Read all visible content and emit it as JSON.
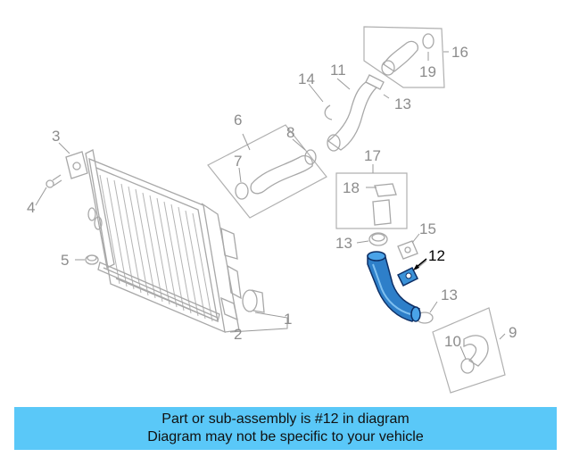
{
  "diagram": {
    "callouts": [
      {
        "id": "1",
        "text": "1"
      },
      {
        "id": "2",
        "text": "2"
      },
      {
        "id": "3",
        "text": "3"
      },
      {
        "id": "4",
        "text": "4"
      },
      {
        "id": "5",
        "text": "5"
      },
      {
        "id": "6",
        "text": "6"
      },
      {
        "id": "7",
        "text": "7"
      },
      {
        "id": "8",
        "text": "8"
      },
      {
        "id": "9",
        "text": "9"
      },
      {
        "id": "10",
        "text": "10"
      },
      {
        "id": "11",
        "text": "11"
      },
      {
        "id": "12",
        "text": "12"
      },
      {
        "id": "13a",
        "text": "13"
      },
      {
        "id": "13b",
        "text": "13"
      },
      {
        "id": "13c",
        "text": "13"
      },
      {
        "id": "14",
        "text": "14"
      },
      {
        "id": "15",
        "text": "15"
      },
      {
        "id": "16",
        "text": "16"
      },
      {
        "id": "17",
        "text": "17"
      },
      {
        "id": "18",
        "text": "18"
      },
      {
        "id": "19",
        "text": "19"
      }
    ],
    "highlight_part": "12",
    "highlight_color": "#2e7fc9",
    "line_color": "#a8a8a8"
  },
  "banner": {
    "line1": "Part or sub-assembly is #12 in diagram",
    "line2": "Diagram may not be specific to your vehicle",
    "background": "#5ac8f8"
  }
}
